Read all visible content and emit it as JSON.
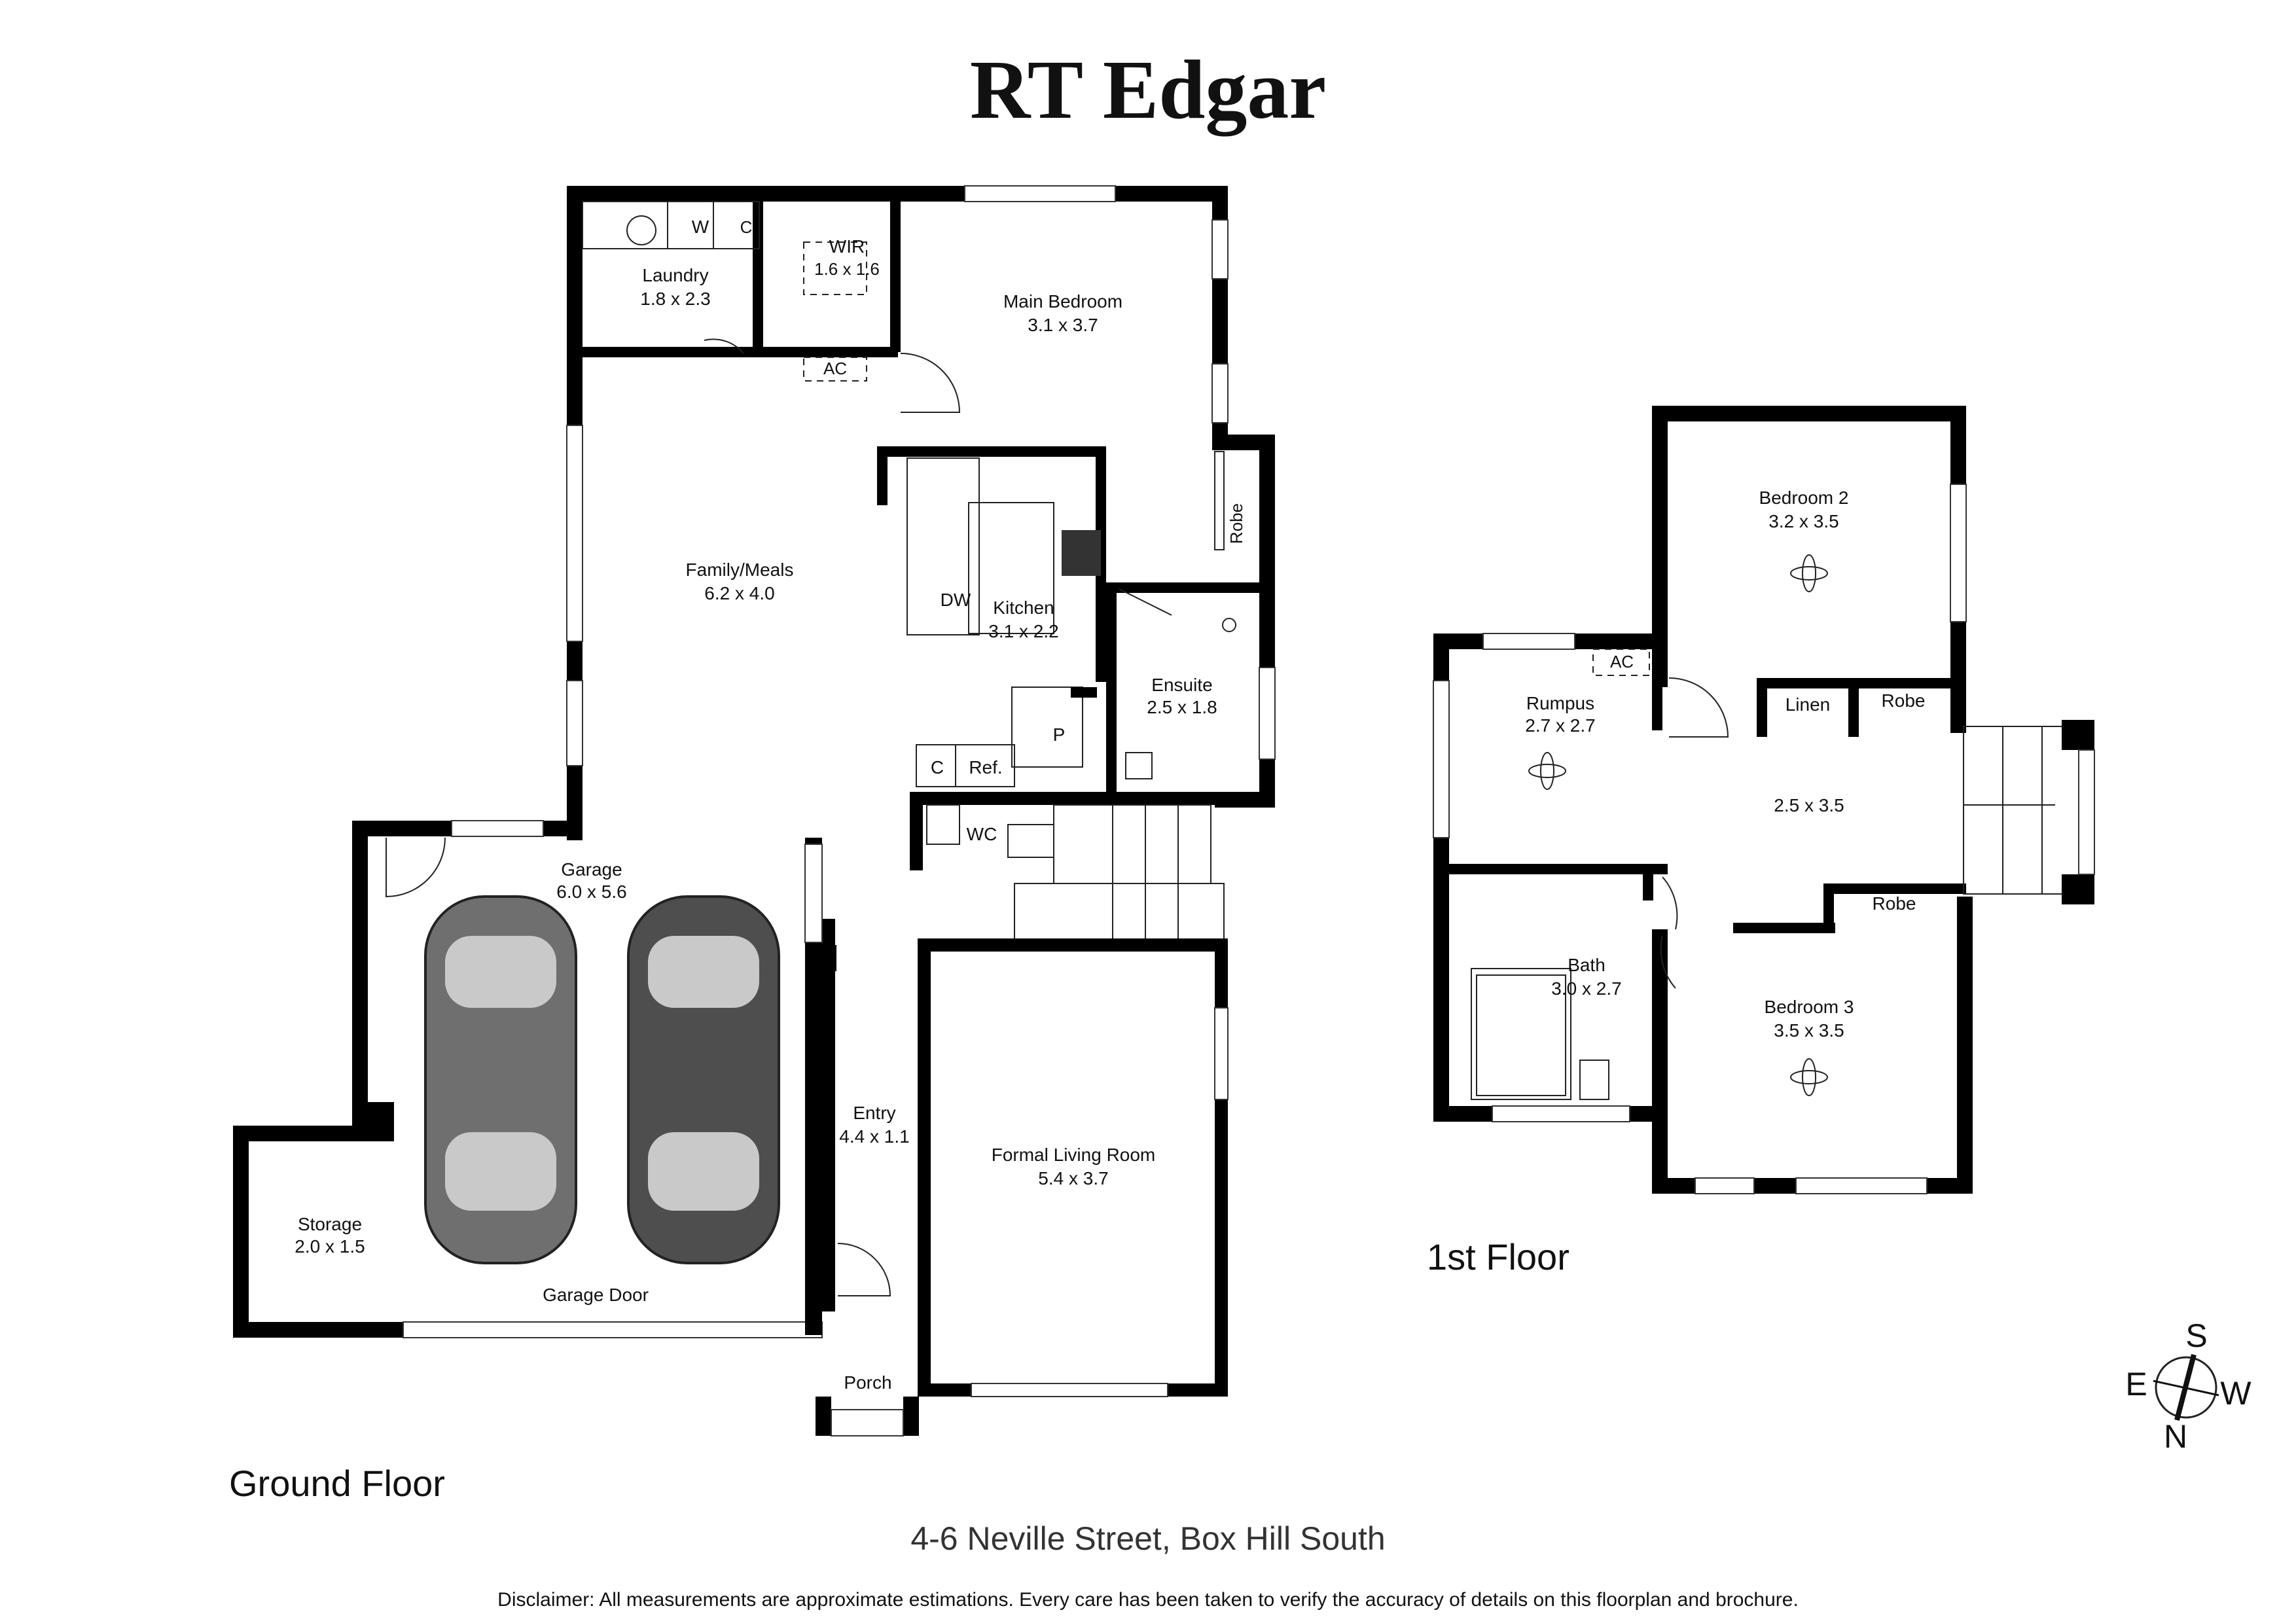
{
  "brand": "RT Edgar",
  "address": "4-6 Neville Street, Box Hill South",
  "disclaimer": "Disclaimer: All measurements are approximate estimations. Every care has been taken to verify the accuracy of details on this floorplan and brochure.",
  "floors": {
    "ground": {
      "label": "Ground Floor",
      "rooms": {
        "laundry": {
          "name": "Laundry",
          "size": "1.8 x 2.3"
        },
        "wir": {
          "name": "WIR",
          "size": "1.6 x 1.6"
        },
        "main_bedroom": {
          "name": "Main Bedroom",
          "size": "3.1 x 3.7"
        },
        "family_meals": {
          "name": "Family/Meals",
          "size": "6.2 x 4.0"
        },
        "kitchen": {
          "name": "Kitchen",
          "size": "3.1 x 2.2"
        },
        "ensuite": {
          "name": "Ensuite",
          "size": "2.5 x 1.8"
        },
        "garage": {
          "name": "Garage",
          "size": "6.0 x 5.6"
        },
        "entry": {
          "name": "Entry",
          "size": "4.4 x 1.1"
        },
        "formal_living": {
          "name": "Formal Living Room",
          "size": "5.4 x 3.7"
        },
        "storage": {
          "name": "Storage",
          "size": "2.0 x 1.5"
        },
        "porch": {
          "name": "Porch"
        }
      },
      "fixtures": {
        "w": "W",
        "c_laundry": "C",
        "ac": "AC",
        "dw": "DW",
        "p": "P",
        "c_kitchen": "C",
        "ref": "Ref.",
        "wc": "WC",
        "robe": "Robe",
        "garage_door": "Garage Door"
      }
    },
    "first": {
      "label": "1st Floor",
      "rooms": {
        "bedroom2": {
          "name": "Bedroom 2",
          "size": "3.2 x 3.5"
        },
        "rumpus": {
          "name": "Rumpus",
          "size": "2.7 x 2.7"
        },
        "hall": {
          "size": "2.5 x 3.5"
        },
        "bath": {
          "name": "Bath",
          "size": "3.0 x 2.7"
        },
        "bedroom3": {
          "name": "Bedroom 3",
          "size": "3.5 x 3.5"
        }
      },
      "fixtures": {
        "ac": "AC",
        "linen": "Linen",
        "robe_b2": "Robe",
        "robe_b3": "Robe"
      }
    }
  },
  "compass": {
    "s": "S",
    "e": "E",
    "w": "W",
    "n": "N"
  }
}
